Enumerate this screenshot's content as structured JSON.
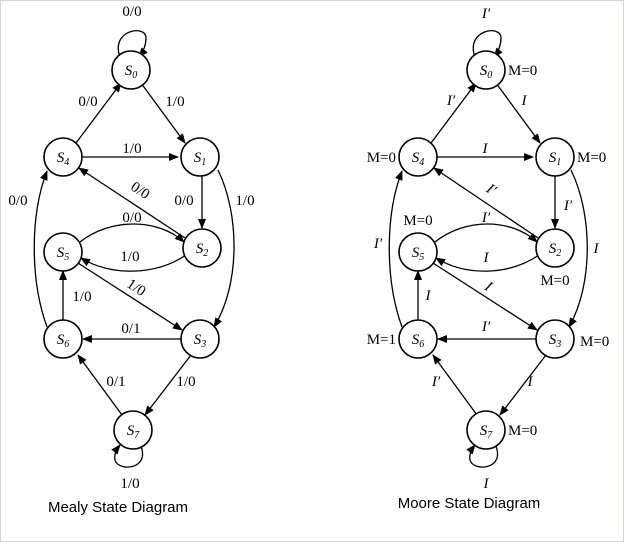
{
  "mealy": {
    "caption": "Mealy State Diagram",
    "states": {
      "s0": {
        "base": "S",
        "sub": "0"
      },
      "s1": {
        "base": "S",
        "sub": "1"
      },
      "s2": {
        "base": "S",
        "sub": "2"
      },
      "s3": {
        "base": "S",
        "sub": "3"
      },
      "s4": {
        "base": "S",
        "sub": "4"
      },
      "s5": {
        "base": "S",
        "sub": "5"
      },
      "s6": {
        "base": "S",
        "sub": "6"
      },
      "s7": {
        "base": "S",
        "sub": "7"
      }
    },
    "edges": {
      "s0_self": "0/0",
      "s0_s1": "1/0",
      "s4_s0": "0/0",
      "s4_s1": "1/0",
      "s1_s2": "0/0",
      "s1_s3": "1/0",
      "s2_s4": "0/0",
      "s2_s5": "1/0",
      "s5_s2": "0/0",
      "s5_s3": "1/0",
      "s3_s6": "0/1",
      "s6_s5": "1/0",
      "s6_s4": "0/0",
      "s3_s7": "1/0",
      "s7_s6": "0/1",
      "s7_self": "1/0"
    }
  },
  "moore": {
    "caption": "Moore State Diagram",
    "states": {
      "s0": {
        "base": "S",
        "sub": "0",
        "out": "M=0"
      },
      "s1": {
        "base": "S",
        "sub": "1",
        "out": "M=0"
      },
      "s2": {
        "base": "S",
        "sub": "2",
        "out": "M=0"
      },
      "s3": {
        "base": "S",
        "sub": "3",
        "out": "M=0"
      },
      "s4": {
        "base": "S",
        "sub": "4",
        "out": "M=0"
      },
      "s5": {
        "base": "S",
        "sub": "5",
        "out": "M=0"
      },
      "s6": {
        "base": "S",
        "sub": "6",
        "out": "M=1"
      },
      "s7": {
        "base": "S",
        "sub": "7",
        "out": "M=0"
      }
    },
    "edges": {
      "s0_self": "I′",
      "s0_s1": "I",
      "s4_s0": "I′",
      "s4_s1": "I",
      "s1_s2": "I′",
      "s1_s3": "I",
      "s2_s4": "I′",
      "s5_s2": "I′",
      "s2_s5": "I",
      "s5_s3": "I",
      "s6_s5": "I",
      "s3_s6": "I′",
      "s6_s4": "I′",
      "s3_s7": "I",
      "s7_s6": "I′",
      "s7_self": "I"
    }
  },
  "colors": {
    "ink": "#000000",
    "background": "#ffffff",
    "frame": "#cfd6df"
  }
}
